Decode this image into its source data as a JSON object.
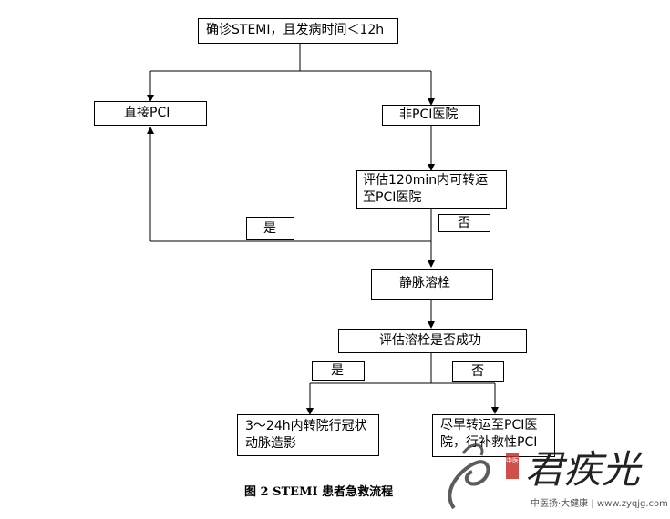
{
  "nodes": {
    "start": "确诊STEMI，且发病时间＜12h",
    "direct_pci": "直接PCI",
    "non_pci_hospital": "非PCI医院",
    "assess_transfer": "评估120min内可转运至PCI医院",
    "thrombolysis": "静脉溶栓",
    "assess_lysis": "评估溶栓是否成功",
    "angiography": "3～24h内转院行冠状动脉造影",
    "rescue_pci": "尽早转运至PCI医院，行补救性PCI"
  },
  "labels": {
    "yes_1": "是",
    "no_1": "否",
    "yes_2": "是",
    "no_2": "否"
  },
  "caption": "图 2 STEMI 患者急救流程",
  "watermark": {
    "brand": "君疾光",
    "seal": "中医",
    "subtitle": "中医扬·大健康 | www.zyqjg.com"
  }
}
